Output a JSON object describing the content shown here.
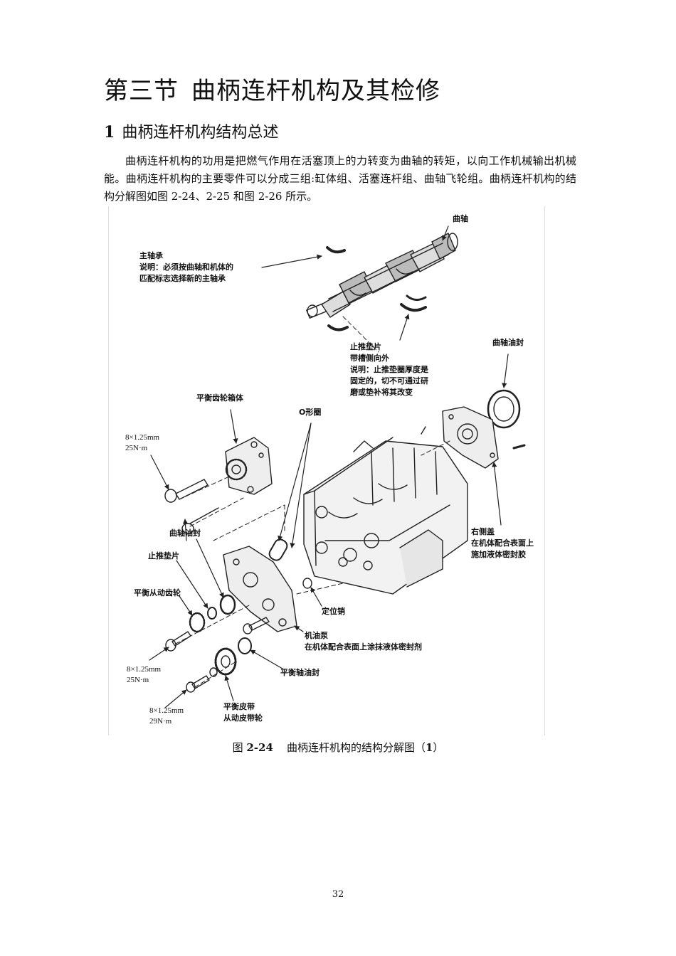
{
  "section": {
    "number": "第三节",
    "title": "曲柄连杆机构及其检修"
  },
  "subsection": {
    "number": "1",
    "title": "曲柄连杆机构结构总述"
  },
  "paragraph": "曲柄连杆机构的功用是把燃气作用在活塞顶上的力转变为曲轴的转矩，以向工作机械输出机械能。曲柄连杆机构的主要零件可以分成三组:缸体组、活塞连杆组、曲轴飞轮组。曲柄连杆机构的结构分解图如图 2-24、2-25 和图 2-26 所示。",
  "figure": {
    "labels": {
      "crankshaft": "曲轴",
      "main_bearing": "主轴承\n说明：必须按曲轴和机体的\n匹配标志选择新的主轴承",
      "thrust_washer_top": "止推垫片\n带槽侧向外\n说明：止推垫圈厚度是\n固定的，切不可通过研\n磨或垫补将其改变",
      "crank_oil_seal_right": "曲轴油封",
      "balance_gear_case": "平衡齿轮箱体",
      "o_ring": "O形圈",
      "right_side_cover": "右侧盖\n在机体配合表面上\n施加液体密封胶",
      "crank_oil_seal_left": "曲轴油封",
      "thrust_washer_left": "止推垫片",
      "balance_driven_gear": "平衡从动齿轮",
      "dowel_pin": "定位销",
      "oil_pump": "机油泵\n在机体配合表面上涂抹液体密封剂",
      "balance_shaft_seal": "平衡轴油封",
      "balance_belt_pulley": "平衡皮带\n从动皮带轮"
    },
    "specs": {
      "bolt_spec_1": "8×1.25mm\n25N·m",
      "bolt_spec_2": "8×1.25mm\n25N·m",
      "bolt_spec_3": "8×1.25mm\n29N·m"
    }
  },
  "caption": {
    "prefix": "图 ",
    "number": "2-24",
    "text": "曲柄连杆机构的结构分解图（",
    "num2": "1",
    "close": "）"
  },
  "page_number": "32"
}
